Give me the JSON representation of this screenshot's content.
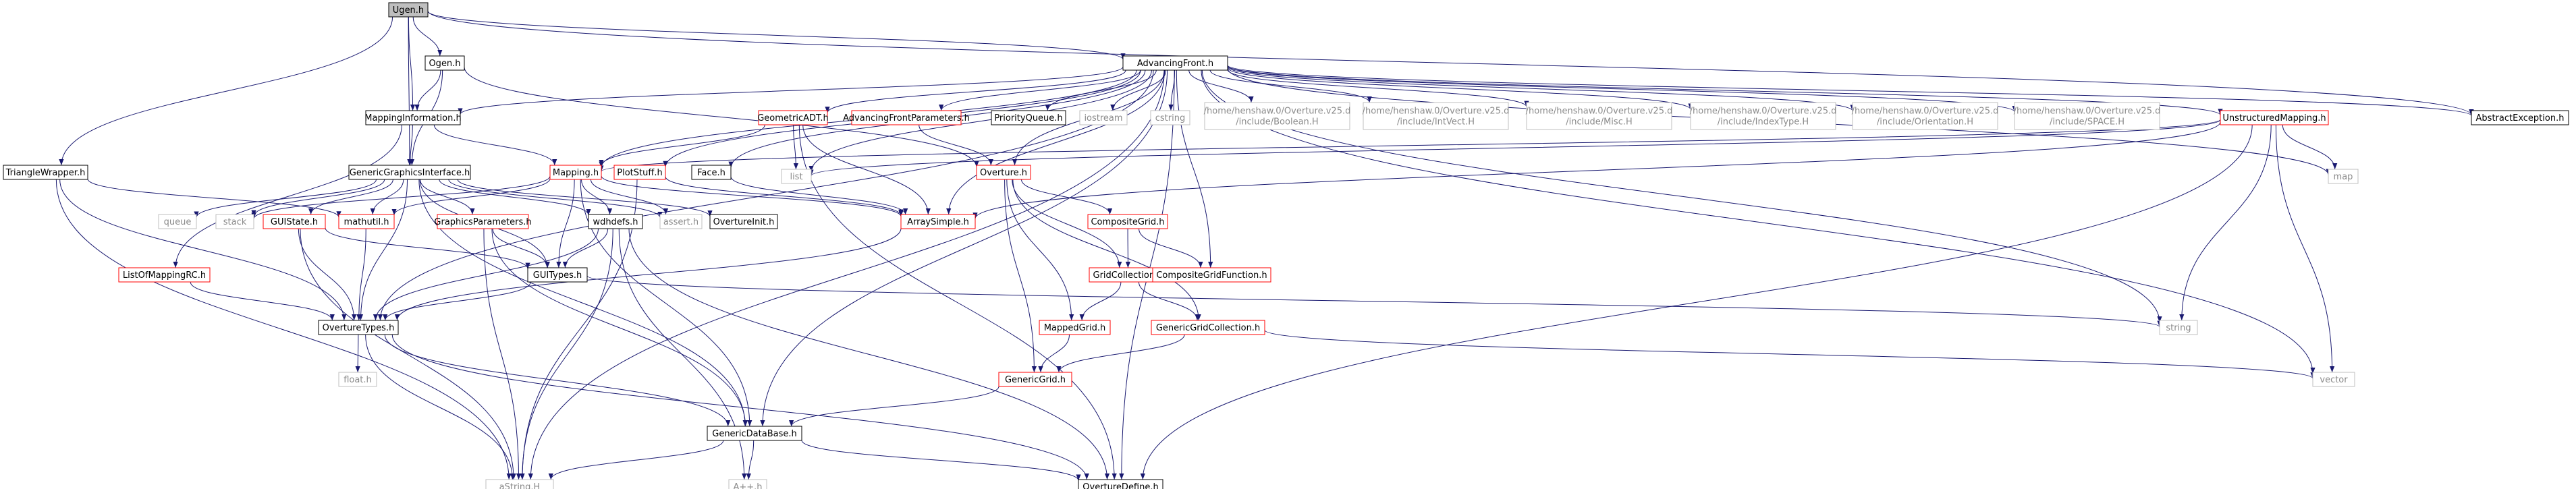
{
  "colors": {
    "edge": "#191970",
    "normal_border": "#000000",
    "normal_text": "#000000",
    "linked_border": "#ff0000",
    "linked_text": "#000000",
    "system_border": "#bfbfbf",
    "system_text": "#8a8a8a",
    "root_fill": "#bfbfbf",
    "box_fill": "#ffffff"
  },
  "nodes": [
    {
      "id": "ugen",
      "label": "Ugen.h",
      "kind": "root"
    },
    {
      "id": "ogen",
      "label": "Ogen.h",
      "kind": "normal"
    },
    {
      "id": "advfront",
      "label": "AdvancingFront.h",
      "kind": "normal"
    },
    {
      "id": "abstractexc",
      "label": "AbstractException.h",
      "kind": "normal"
    },
    {
      "id": "mapinfo",
      "label": "MappingInformation.h",
      "kind": "normal"
    },
    {
      "id": "geomadt",
      "label": "GeometricADT.h",
      "kind": "linked"
    },
    {
      "id": "advparams",
      "label": "AdvancingFrontParameters.h",
      "kind": "linked"
    },
    {
      "id": "pqueue",
      "label": "PriorityQueue.h",
      "kind": "normal"
    },
    {
      "id": "iostream",
      "label": "iostream",
      "kind": "system"
    },
    {
      "id": "cstring",
      "label": "cstring",
      "kind": "system"
    },
    {
      "id": "boolean",
      "label": "/home/henshaw.0/Overture.v25.d\n/include/Boolean.H",
      "kind": "system"
    },
    {
      "id": "intvect",
      "label": "/home/henshaw.0/Overture.v25.d\n/include/IntVect.H",
      "kind": "system"
    },
    {
      "id": "misc",
      "label": "/home/henshaw.0/Overture.v25.d\n/include/Misc.H",
      "kind": "system"
    },
    {
      "id": "indextype",
      "label": "/home/henshaw.0/Overture.v25.d\n/include/IndexType.H",
      "kind": "system"
    },
    {
      "id": "orientation",
      "label": "/home/henshaw.0/Overture.v25.d\n/include/Orientation.H",
      "kind": "system"
    },
    {
      "id": "space",
      "label": "/home/henshaw.0/Overture.v25.d\n/include/SPACE.H",
      "kind": "system"
    },
    {
      "id": "unstruct",
      "label": "UnstructuredMapping.h",
      "kind": "linked"
    },
    {
      "id": "triwrap",
      "label": "TriangleWrapper.h",
      "kind": "normal"
    },
    {
      "id": "ggi",
      "label": "GenericGraphicsInterface.h",
      "kind": "normal"
    },
    {
      "id": "mapping",
      "label": "Mapping.h",
      "kind": "linked"
    },
    {
      "id": "plotstuff",
      "label": "PlotStuff.h",
      "kind": "linked"
    },
    {
      "id": "face",
      "label": "Face.h",
      "kind": "normal"
    },
    {
      "id": "list",
      "label": "list",
      "kind": "system"
    },
    {
      "id": "overture",
      "label": "Overture.h",
      "kind": "linked"
    },
    {
      "id": "map",
      "label": "map",
      "kind": "system"
    },
    {
      "id": "queue",
      "label": "queue",
      "kind": "system"
    },
    {
      "id": "stack",
      "label": "stack",
      "kind": "system"
    },
    {
      "id": "guistate",
      "label": "GUIState.h",
      "kind": "linked"
    },
    {
      "id": "mathutil",
      "label": "mathutil.h",
      "kind": "linked"
    },
    {
      "id": "graphparams",
      "label": "GraphicsParameters.h",
      "kind": "linked"
    },
    {
      "id": "wdhdefs",
      "label": "wdhdefs.h",
      "kind": "normal"
    },
    {
      "id": "asserth",
      "label": "assert.h",
      "kind": "system"
    },
    {
      "id": "ovinit",
      "label": "OvertureInit.h",
      "kind": "normal"
    },
    {
      "id": "arraysimple",
      "label": "ArraySimple.h",
      "kind": "linked"
    },
    {
      "id": "compgrid",
      "label": "CompositeGrid.h",
      "kind": "linked"
    },
    {
      "id": "listmaprc",
      "label": "ListOfMappingRC.h",
      "kind": "linked"
    },
    {
      "id": "guitypes",
      "label": "GUITypes.h",
      "kind": "normal"
    },
    {
      "id": "gridcoll",
      "label": "GridCollection.h",
      "kind": "linked"
    },
    {
      "id": "compgridfunc",
      "label": "CompositeGridFunction.h",
      "kind": "linked"
    },
    {
      "id": "string",
      "label": "string",
      "kind": "system"
    },
    {
      "id": "ovtypes",
      "label": "OvertureTypes.h",
      "kind": "normal"
    },
    {
      "id": "mappedgrid",
      "label": "MappedGrid.h",
      "kind": "linked"
    },
    {
      "id": "gengridcoll",
      "label": "GenericGridCollection.h",
      "kind": "linked"
    },
    {
      "id": "floath",
      "label": "float.h",
      "kind": "system"
    },
    {
      "id": "genericgrid",
      "label": "GenericGrid.h",
      "kind": "linked"
    },
    {
      "id": "vector",
      "label": "vector",
      "kind": "system"
    },
    {
      "id": "gendatabase",
      "label": "GenericDataBase.h",
      "kind": "normal"
    },
    {
      "id": "astring",
      "label": "aString.H",
      "kind": "system"
    },
    {
      "id": "aplusplus",
      "label": "A++.h",
      "kind": "system"
    },
    {
      "id": "ovdefine",
      "label": "OvertureDefine.h",
      "kind": "normal"
    }
  ]
}
